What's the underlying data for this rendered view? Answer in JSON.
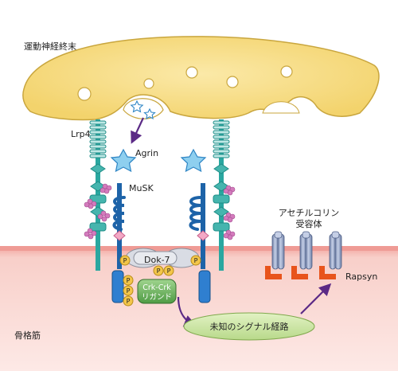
{
  "labels": {
    "nerve_terminal": "運動神経終末",
    "lrp4": "Lrp4",
    "agrin": "Agrin",
    "musk": "MuSK",
    "dok7": "Dok-7",
    "crk_line1": "Crk-Crk",
    "crk_line2": "リガンド",
    "achr_line1": "アセチルコリン",
    "achr_line2": "受容体",
    "rapsyn": "Rapsyn",
    "signaling": "未知のシグナル経路",
    "muscle": "骨格筋",
    "phospho": "P"
  },
  "colors": {
    "nerve_fill": "#f6dc84",
    "nerve_stroke": "#c9a63e",
    "muscle_top": "#f3a8a2",
    "muscle_fill": "#fbe3df",
    "teal": "#2aa7a0",
    "blue": "#1d63a8",
    "agrin": "#7ec6ea",
    "purple": "#5b2a86",
    "phospho": "#f3c64a",
    "crk": "#6ab55c",
    "signal": "#c9e3a0",
    "rapsyn": "#e8541c",
    "achr": "#8b9bbf",
    "pink": "#f1a7c0",
    "cluster": "#c96bb0"
  }
}
